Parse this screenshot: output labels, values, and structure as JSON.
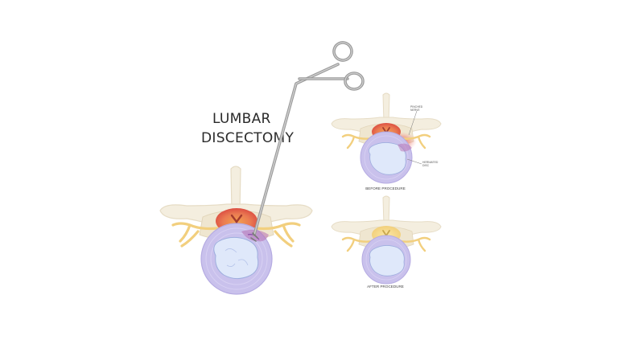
{
  "title": {
    "line1": "LUMBAR",
    "line2": "DISCECTOMY"
  },
  "before": {
    "caption": "BEFORE PROCEDURE",
    "label_nerve_1": "PINCHED",
    "label_nerve_2": "NERVE",
    "label_disc_1": "HERNIATED",
    "label_disc_2": "DISC"
  },
  "after": {
    "caption": "AFTER PROCEDURE"
  },
  "colors": {
    "bone": "#f4eedf",
    "bone_outline": "#e6dcc5",
    "nerve": "#f2cf7e",
    "disc_outer": "#c9c1ec",
    "disc_inner": "#dfe8fa",
    "inflamed": "#e25a4f",
    "instrument": "#b5b5b5"
  }
}
